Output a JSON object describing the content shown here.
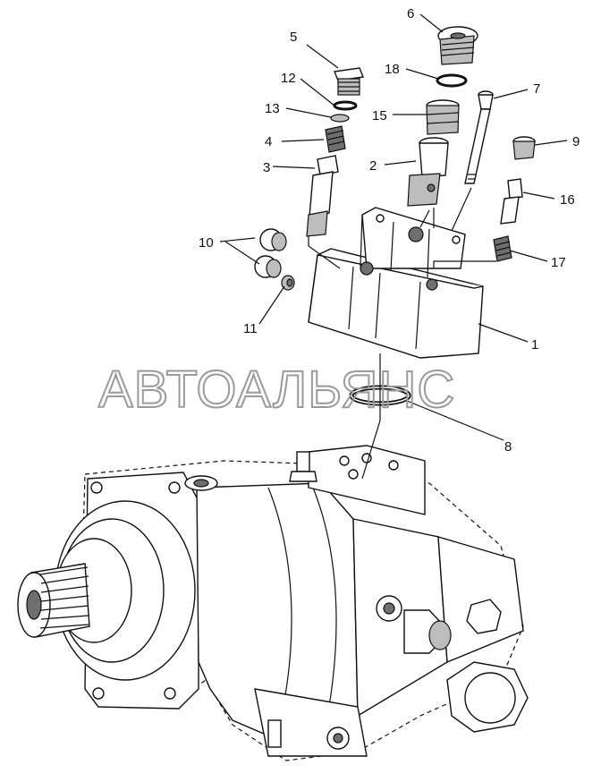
{
  "watermark": "АВТОАЛЬЯНС",
  "callouts": {
    "c1": "1",
    "c2": "2",
    "c3": "3",
    "c4": "4",
    "c5": "5",
    "c6": "6",
    "c7": "7",
    "c8": "8",
    "c9": "9",
    "c10": "10",
    "c11": "11",
    "c12": "12",
    "c13": "13",
    "c15": "15",
    "c16": "16",
    "c17": "17",
    "c18": "18"
  }
}
